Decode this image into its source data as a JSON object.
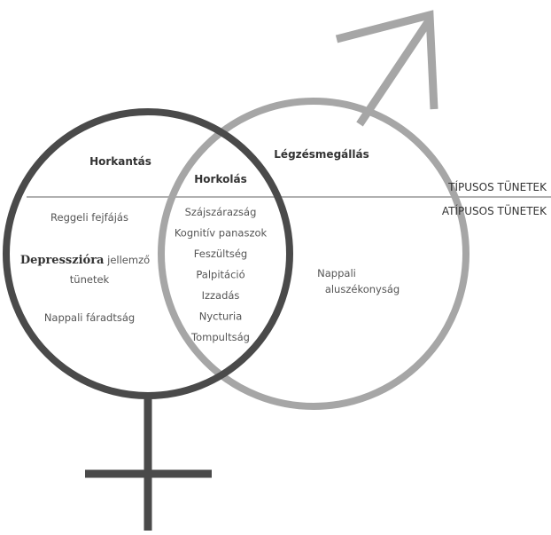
{
  "colors": {
    "female_stroke": "#4a4a4a",
    "male_stroke": "#a6a6a6",
    "divider": "#b0b0b0",
    "text": "#555555",
    "heading": "#333333"
  },
  "icons": {
    "female_symbol": "venus-symbol-icon",
    "male_symbol": "mars-symbol-icon"
  },
  "labels": {
    "typical": "TÍPUSOS TÜNETEK",
    "atypical": "ATÍPUSOS TÜNETEK"
  },
  "female": {
    "heading": "Horkantás",
    "items": {
      "morning_headache": "Reggeli fejfájás",
      "depression_bold": "Depresszióra",
      "depression_rest": " jellemző",
      "depression_line2": "tünetek",
      "daytime_fatigue": "Nappali fáradtság"
    }
  },
  "overlap": {
    "heading": "Horkolás",
    "items": [
      "Szájszárazság",
      "Kognitív panaszok",
      "Feszültség",
      "Palpitáció",
      "Izzadás",
      "Nycturia",
      "Tompultság"
    ]
  },
  "male": {
    "heading": "Légzésmegállás",
    "items": {
      "line1": "Nappali",
      "line2": "aluszékonyság"
    }
  }
}
